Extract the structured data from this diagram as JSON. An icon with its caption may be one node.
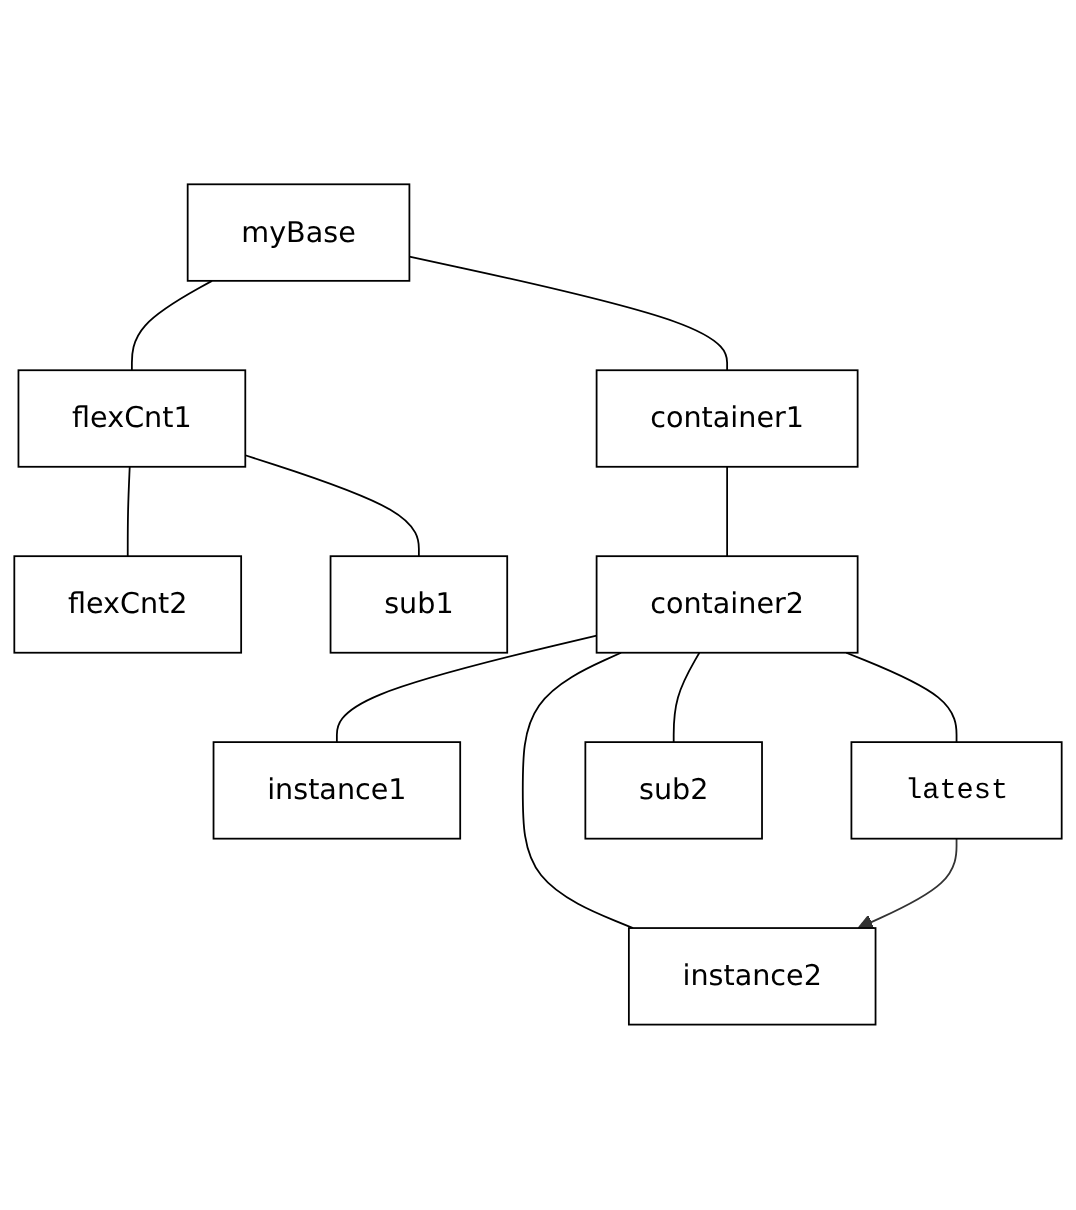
{
  "diagram": {
    "nodes": [
      {
        "text": [
          "myBase"
        ]
      },
      {
        "text": [
          "flexCnt1"
        ]
      },
      {
        "text": [
          "flexCnt2"
        ]
      },
      {
        "text": [
          "sub1"
        ]
      },
      {
        "text": [
          "container1"
        ]
      },
      {
        "text": [
          "container2"
        ]
      },
      {
        "text": [
          "instance1"
        ]
      },
      {
        "text": [
          "instance2"
        ]
      },
      {
        "text": [
          "latest"
        ]
      },
      {
        "text": [
          "sub2"
        ]
      }
    ],
    "edges": [
      {
        "from": 0,
        "to": 1,
        "arrow": "none"
      },
      {
        "from": 0,
        "to": 4,
        "arrow": "none"
      },
      {
        "from": 1,
        "to": 2,
        "arrow": "none"
      },
      {
        "from": 1,
        "to": 3,
        "arrow": "none"
      },
      {
        "from": 4,
        "to": 5,
        "arrow": "none"
      },
      {
        "from": 5,
        "to": 6,
        "arrow": "none"
      },
      {
        "from": 5,
        "to": 7,
        "arrow": "none"
      },
      {
        "from": 5,
        "to": 8,
        "arrow": "none"
      },
      {
        "from": 5,
        "to": 9,
        "arrow": "none"
      },
      {
        "from": 8,
        "to": 7,
        "arrow": "to",
        "color": "#333333"
      }
    ]
  }
}
